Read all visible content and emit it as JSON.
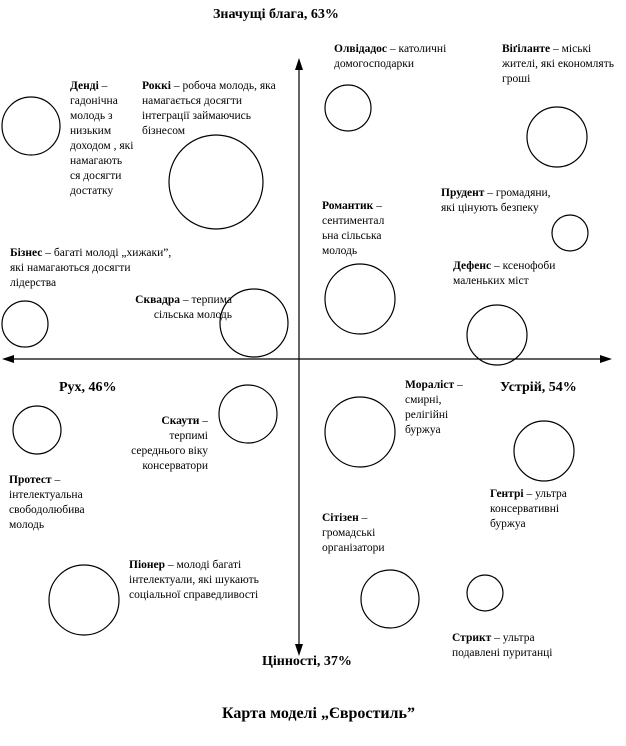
{
  "axes": {
    "top": "Значущі блага, 63%",
    "bottom": "Цінності, 37%",
    "left": "Рух, 46%",
    "right": "Устрій, 54%"
  },
  "caption": "Карта моделі „Євростиль”",
  "segments": [
    {
      "id": "dendi",
      "name": "Денді",
      "desc": "гадонічна молодь з низьким доходом , які намагають ся досягти достатку"
    },
    {
      "id": "rokki",
      "name": "Роккі",
      "desc": "робоча молодь, яка намагається досягти інтеграції займаючись бізнесом"
    },
    {
      "id": "olvidados",
      "name": "Олвідадос",
      "desc": "католичні домогосподарки"
    },
    {
      "id": "vigilante",
      "name": "Віґіланте",
      "desc": "міські жителі, які економлять гроші"
    },
    {
      "id": "romantyk",
      "name": "Романтик",
      "desc": "сентиментал ьна сільська молодь"
    },
    {
      "id": "prudent",
      "name": "Прудент",
      "desc": "громадяни, які цінують безпеку"
    },
    {
      "id": "biznes",
      "name": "Бізнес",
      "desc": "багаті молоді „хижаки”, які намагаються досягти лідерства"
    },
    {
      "id": "skvadra",
      "name": "Сквадра",
      "desc": "терпима сільська молодь"
    },
    {
      "id": "defens",
      "name": "Дефенс",
      "desc": "ксенофоби маленьких міст"
    },
    {
      "id": "moralist",
      "name": "Мораліст",
      "desc": "смирні, релігійні буржуа"
    },
    {
      "id": "skauty",
      "name": "Скаути",
      "desc": "терпимі середнього віку консерватори"
    },
    {
      "id": "protest",
      "name": "Протест",
      "desc": "інтелектуальна свободолюбива молодь"
    },
    {
      "id": "gentri",
      "name": "Гентрі",
      "desc": "ультра консервативні буржуа"
    },
    {
      "id": "sitizen",
      "name": "Сітізен",
      "desc": "громадські організатори"
    },
    {
      "id": "pioner",
      "name": "Піонер",
      "desc": "молоді багаті інтелектуали, які шукають соціальної справедливості"
    },
    {
      "id": "stryкt",
      "name": "Стрикт",
      "desc": "ультра подавлені пуританці"
    }
  ]
}
